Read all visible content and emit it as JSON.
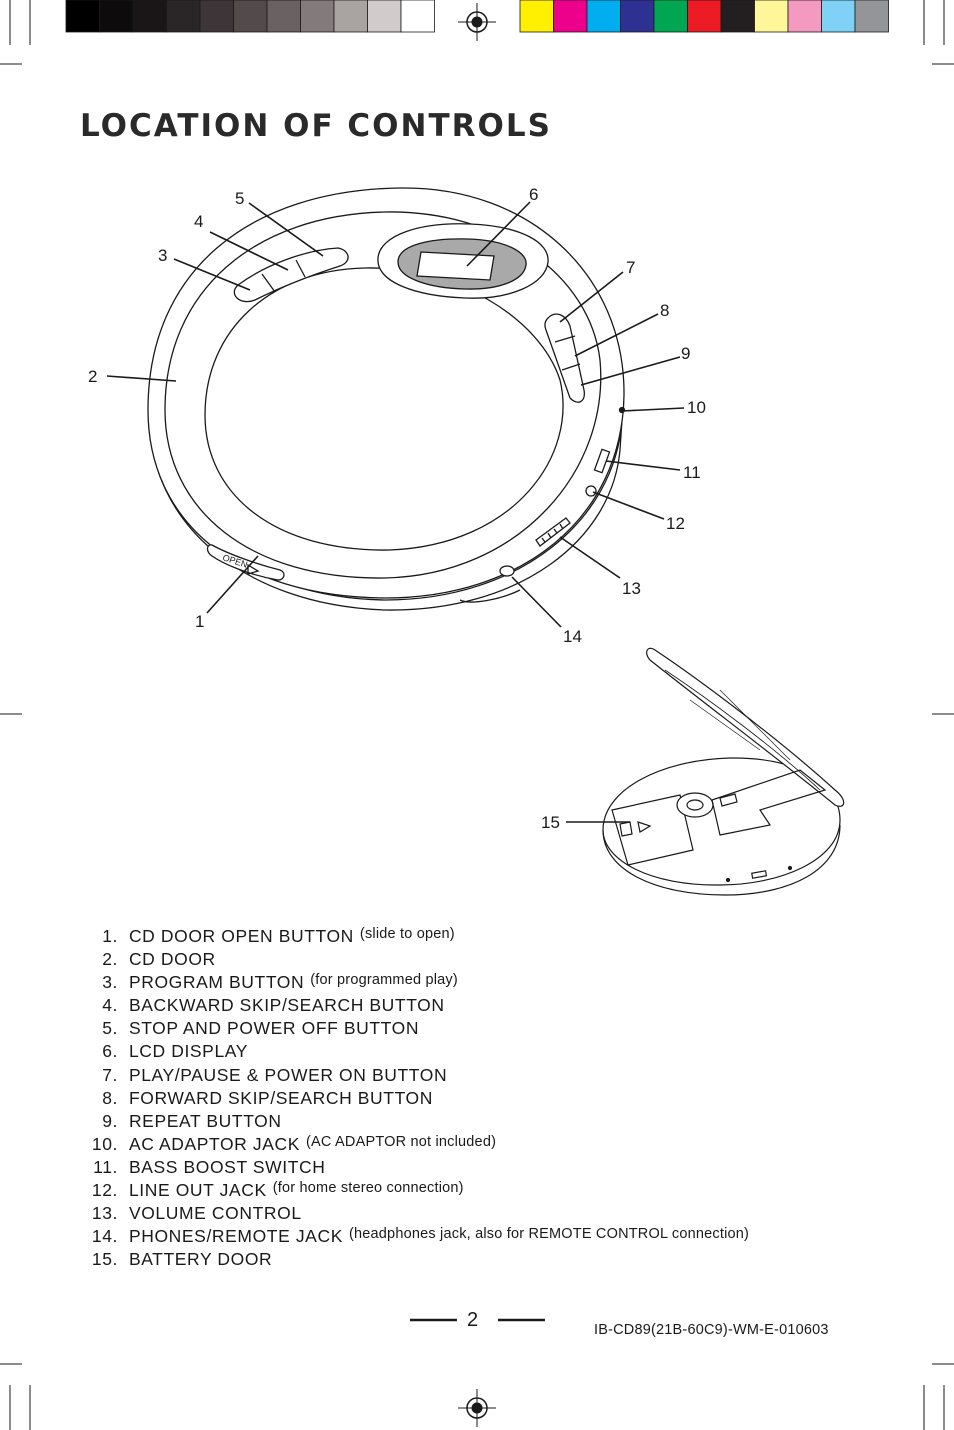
{
  "title": "LOCATION OF CONTROLS",
  "colors": {
    "ink": "#1a1a1a",
    "gray_bar": [
      "#000000",
      "#0d0b0c",
      "#1a1617",
      "#2a2526",
      "#3d3537",
      "#524a4b",
      "#6a6162",
      "#837b7b",
      "#a9a3a2",
      "#d1cbcb",
      "#ffffff"
    ],
    "color_bar": [
      "#ffef00",
      "#ec008c",
      "#00aeef",
      "#2e3192",
      "#00a651",
      "#ed1c24",
      "#231f20",
      "#fff799",
      "#f49ac1",
      "#7fd2f5",
      "#939598"
    ]
  },
  "callouts": [
    "1",
    "2",
    "3",
    "4",
    "5",
    "6",
    "7",
    "8",
    "9",
    "10",
    "11",
    "12",
    "13",
    "14",
    "15"
  ],
  "device_labels": {
    "open": "OPEN"
  },
  "parts": [
    {
      "num": "1.",
      "label": "CD DOOR OPEN BUTTON",
      "note": "(slide to open)"
    },
    {
      "num": "2.",
      "label": "CD DOOR",
      "note": ""
    },
    {
      "num": "3.",
      "label": "PROGRAM BUTTON",
      "note": "(for programmed play)"
    },
    {
      "num": "4.",
      "label": "BACKWARD SKIP/SEARCH BUTTON",
      "note": ""
    },
    {
      "num": "5.",
      "label": "STOP AND POWER OFF BUTTON",
      "note": ""
    },
    {
      "num": "6.",
      "label": "LCD DISPLAY",
      "note": ""
    },
    {
      "num": "7.",
      "label": "PLAY/PAUSE & POWER ON BUTTON",
      "note": ""
    },
    {
      "num": "8.",
      "label": "FORWARD SKIP/SEARCH BUTTON",
      "note": ""
    },
    {
      "num": "9.",
      "label": "REPEAT BUTTON",
      "note": ""
    },
    {
      "num": "10.",
      "label": "AC ADAPTOR JACK",
      "note": "(AC ADAPTOR not included)"
    },
    {
      "num": "11.",
      "label": "BASS BOOST SWITCH",
      "note": ""
    },
    {
      "num": "12.",
      "label": "LINE OUT JACK",
      "note": "(for home stereo connection)"
    },
    {
      "num": "13.",
      "label": "VOLUME CONTROL",
      "note": ""
    },
    {
      "num": "14.",
      "label": "PHONES/REMOTE JACK",
      "note": "(headphones jack, also for REMOTE CONTROL connection)"
    },
    {
      "num": "15.",
      "label": "BATTERY DOOR",
      "note": ""
    }
  ],
  "footer": {
    "page_number": "2",
    "doc_code": "IB-CD89(21B-60C9)-WM-E-010603"
  }
}
